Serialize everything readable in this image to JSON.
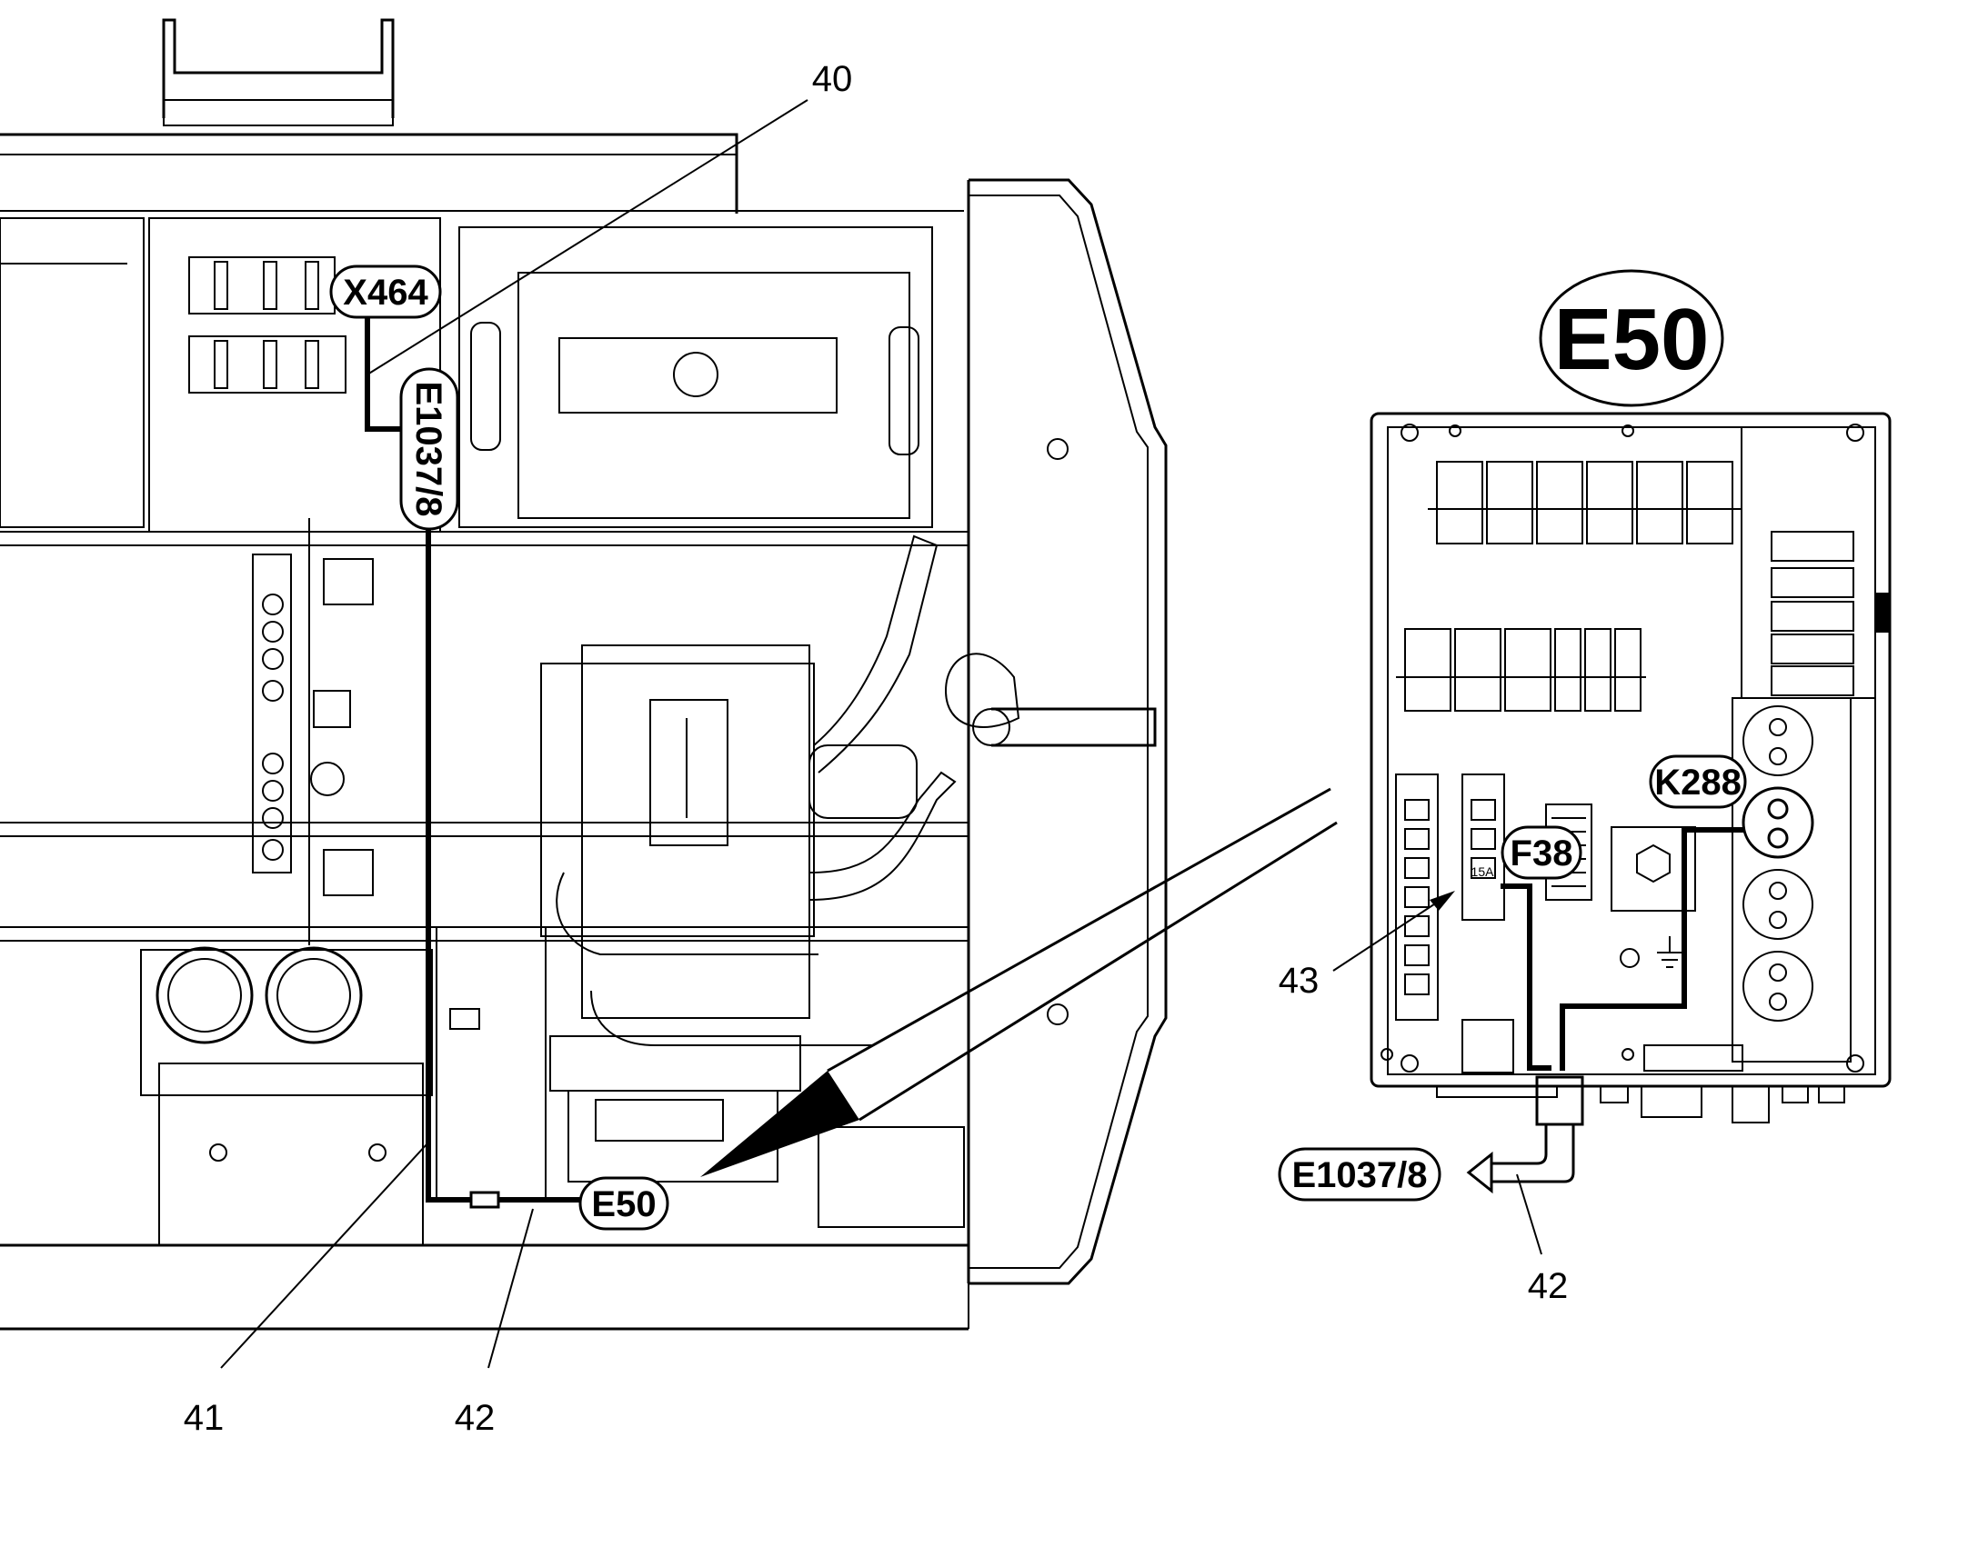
{
  "labels": {
    "x464": "X464",
    "e1037_vertical": "E1037/8",
    "e50_small": "E50",
    "e50_big": "E50",
    "k288": "K288",
    "f38": "F38",
    "fuse_rating": "15A",
    "e1037_right": "E1037/8"
  },
  "callouts": {
    "c40": "40",
    "c41": "41",
    "c42_left": "42",
    "c42_right": "42",
    "c43": "43"
  }
}
